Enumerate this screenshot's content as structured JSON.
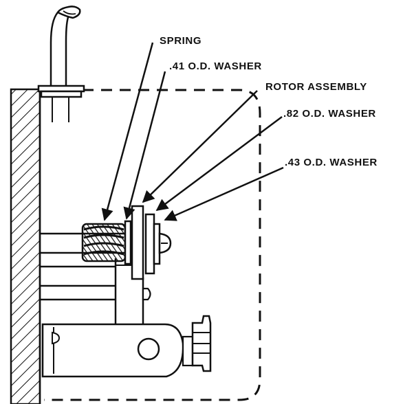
{
  "diagram": {
    "labels": {
      "spring": "SPRING",
      "washer_41": ".41 O.D. WASHER",
      "rotor": "ROTOR ASSEMBLY",
      "washer_82": ".82 O.D. WASHER",
      "washer_43": ".43 O.D. WASHER"
    },
    "colors": {
      "ink": "#111111",
      "paper": "#ffffff"
    }
  }
}
